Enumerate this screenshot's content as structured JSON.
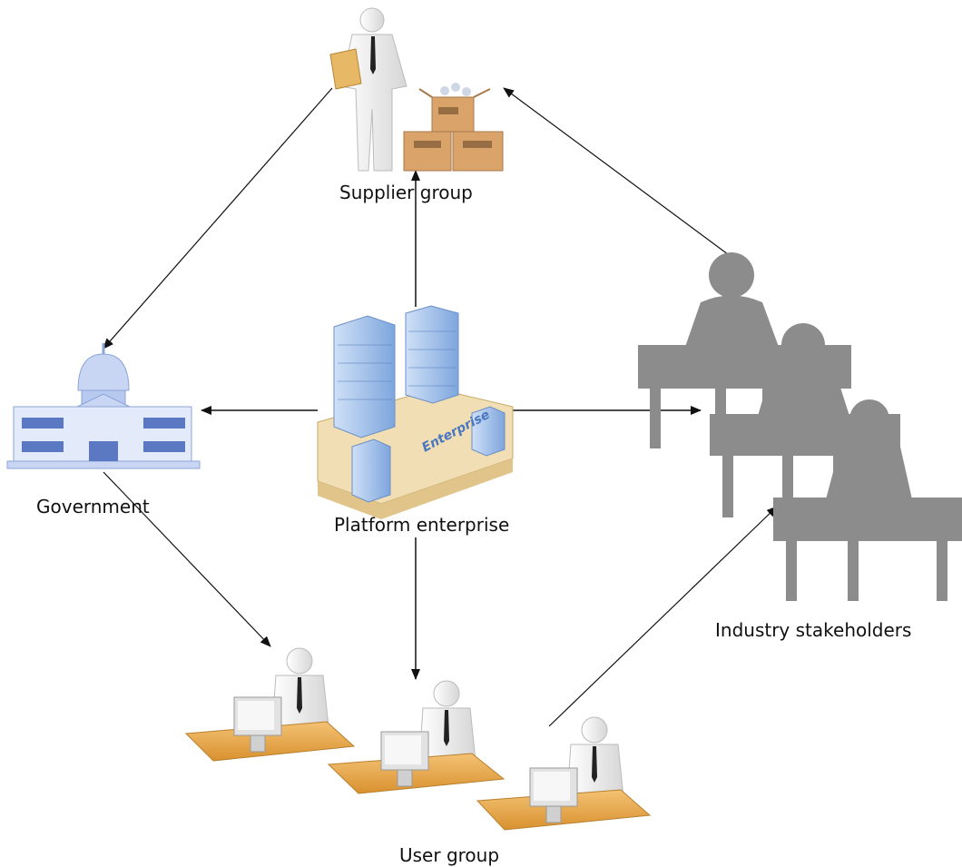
{
  "nodes": {
    "supplier": {
      "label": "Supplier group",
      "icon": "supplier-person-with-boxes-icon"
    },
    "government": {
      "label": "Government",
      "icon": "government-building-icon"
    },
    "platform": {
      "label": "Platform enterprise",
      "icon": "enterprise-buildings-icon",
      "sign": "Enterprise"
    },
    "industry": {
      "label": "Industry stakeholders",
      "icon": "people-at-desks-icon"
    },
    "users": {
      "label": "User group",
      "icon": "users-at-computers-icon"
    }
  },
  "edges": [
    {
      "from": "platform",
      "to": "supplier"
    },
    {
      "from": "platform",
      "to": "government"
    },
    {
      "from": "platform",
      "to": "industry"
    },
    {
      "from": "platform",
      "to": "users"
    },
    {
      "from": "supplier",
      "to": "government"
    },
    {
      "from": "government",
      "to": "users"
    },
    {
      "from": "users",
      "to": "industry"
    },
    {
      "from": "industry",
      "to": "supplier"
    }
  ],
  "colors": {
    "arrow": "#111111",
    "silhouette": "#8c8c8c",
    "desk": "#e9a94a",
    "building": "#8fb6e6",
    "box": "#d9a36a"
  }
}
